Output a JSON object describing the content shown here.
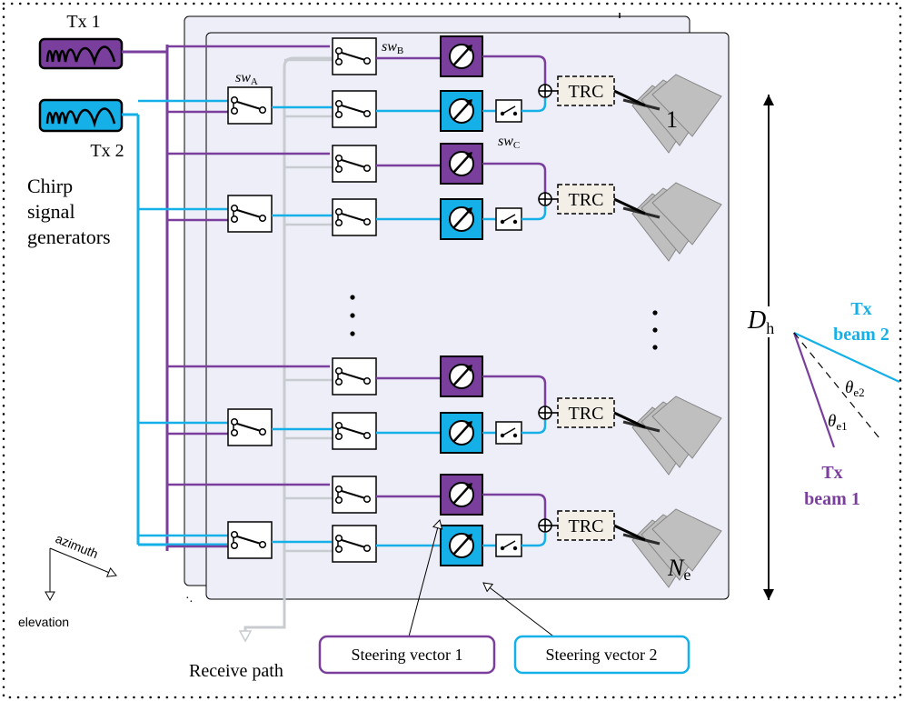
{
  "generators": {
    "tx1_label": "Tx 1",
    "tx2_label": "Tx 2",
    "caption_lines": [
      "Chirp",
      "signal",
      "generators"
    ]
  },
  "switch_labels": {
    "sw_a": "sw",
    "sw_a_sub": "A",
    "sw_b": "sw",
    "sw_b_sub": "B",
    "sw_c": "sw",
    "sw_c_sub": "C"
  },
  "trc_label": "TRC",
  "element_labels": {
    "first": "1",
    "last_main": "N",
    "last_sub": "e"
  },
  "dimension": {
    "main": "D",
    "sub": "h"
  },
  "beams": {
    "beam2_line1": "Tx",
    "beam2_line2": "beam 2",
    "beam1_line1": "Tx",
    "beam1_line2": "beam 1",
    "theta_e2_main": "θ",
    "theta_e2_sub": "e2",
    "theta_e1_main": "θ",
    "theta_e1_sub": "e1"
  },
  "axes": {
    "azimuth": "azimuth",
    "elevation": "elevation"
  },
  "receive_path": "Receive path",
  "steering": {
    "vector1": "Steering vector 1",
    "vector2": "Steering vector 2"
  },
  "colors": {
    "purple": "#7a3f9d",
    "blue": "#15b0e8",
    "gray": "#c8ccd0",
    "panel": "#eeeef8",
    "trc_fill": "#f3efe6"
  }
}
